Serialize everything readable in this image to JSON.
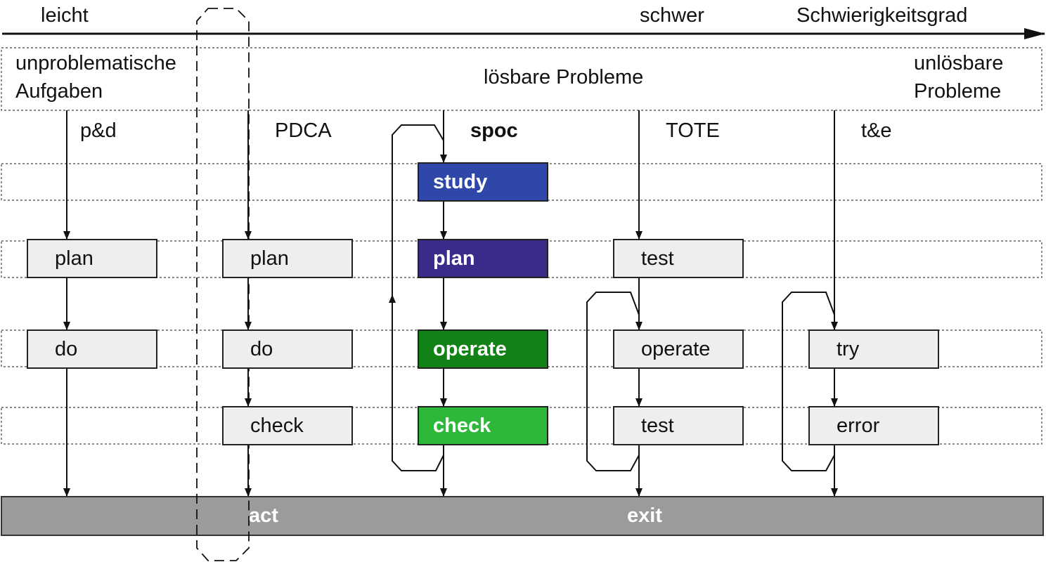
{
  "axis": {
    "easy": "leicht",
    "hard": "schwer",
    "title": "Schwierigkeitsgrad"
  },
  "categories": {
    "unproblematic": [
      "unproblematische",
      "Aufgaben"
    ],
    "solvable": "lösbare Probleme",
    "unsolvable": [
      "unlösbare",
      "Probleme"
    ]
  },
  "methods": {
    "pd": "p&d",
    "pdca": "PDCA",
    "spoc": "spoc",
    "tote": "TOTE",
    "te": "t&e"
  },
  "boxes": {
    "pd_plan": "plan",
    "pd_do": "do",
    "pdca_plan": "plan",
    "pdca_do": "do",
    "pdca_check": "check",
    "spoc_study": "study",
    "spoc_plan": "plan",
    "spoc_operate": "operate",
    "spoc_check": "check",
    "tote_test1": "test",
    "tote_operate": "operate",
    "tote_test2": "test",
    "te_try": "try",
    "te_error": "error"
  },
  "bottom": {
    "act": "act",
    "exit": "exit"
  },
  "colors": {
    "study": "#2e47a8",
    "plan": "#3b2a8a",
    "operate": "#138216",
    "check": "#2db83a",
    "box_fill": "#eeeeee",
    "bottom_bar": "#9b9b9b"
  }
}
